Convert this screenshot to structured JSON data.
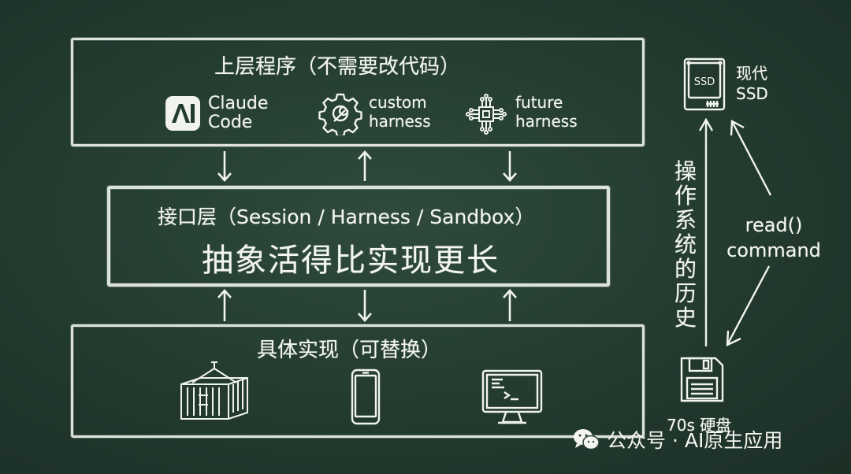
{
  "top_layer": {
    "title": "上层程序（不需要改代码）",
    "apps": [
      {
        "label": "Claude\nCode",
        "icon": "claude-logo-icon"
      },
      {
        "label": "custom\nharness",
        "icon": "gear-wrench-icon"
      },
      {
        "label": "future\nharness",
        "icon": "chip-icon"
      }
    ]
  },
  "interface_layer": {
    "subtitle": "接口层（Session / Harness / Sandbox）",
    "main": "抽象活得比实现更长"
  },
  "implementation_layer": {
    "title": "具体实现（可替换）",
    "icons": [
      "shipping-container-icon",
      "smartphone-icon",
      "terminal-monitor-icon"
    ]
  },
  "os_history": {
    "ssd_label": "现代\nSSD",
    "ssd_icon_text": "SSD",
    "vertical_label": "操作系统的历史",
    "command_label": "read()\ncommand",
    "floppy_label": "70s 硬盘"
  },
  "watermark": {
    "text": "公众号 · AI原生应用",
    "icon": "wechat-icon"
  },
  "colors": {
    "board": "#233a2f",
    "chalk": "#f1f3ef"
  }
}
